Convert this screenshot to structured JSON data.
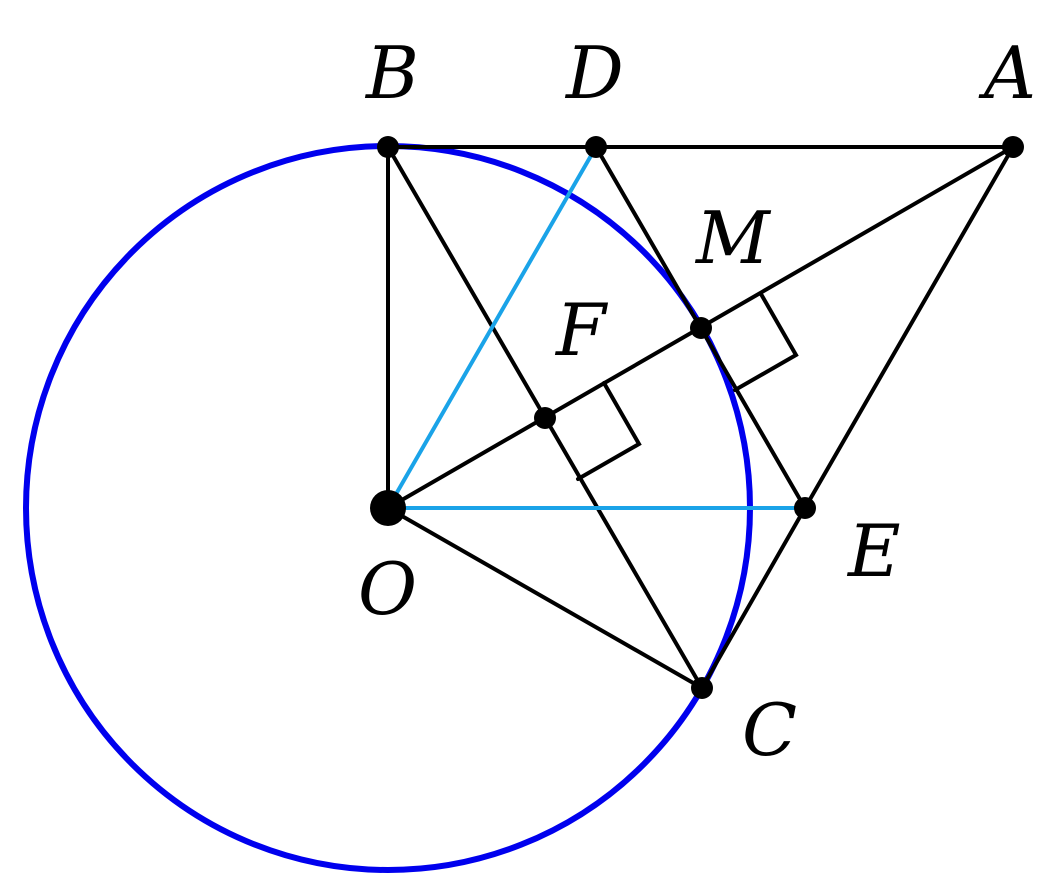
{
  "colors": {
    "circle": "#0000ee",
    "highlight": "#1aa3e8",
    "ink": "#000000"
  },
  "points": {
    "A": "A",
    "B": "B",
    "C": "C",
    "D": "D",
    "E": "E",
    "F": "F",
    "M": "M",
    "O": "O"
  }
}
